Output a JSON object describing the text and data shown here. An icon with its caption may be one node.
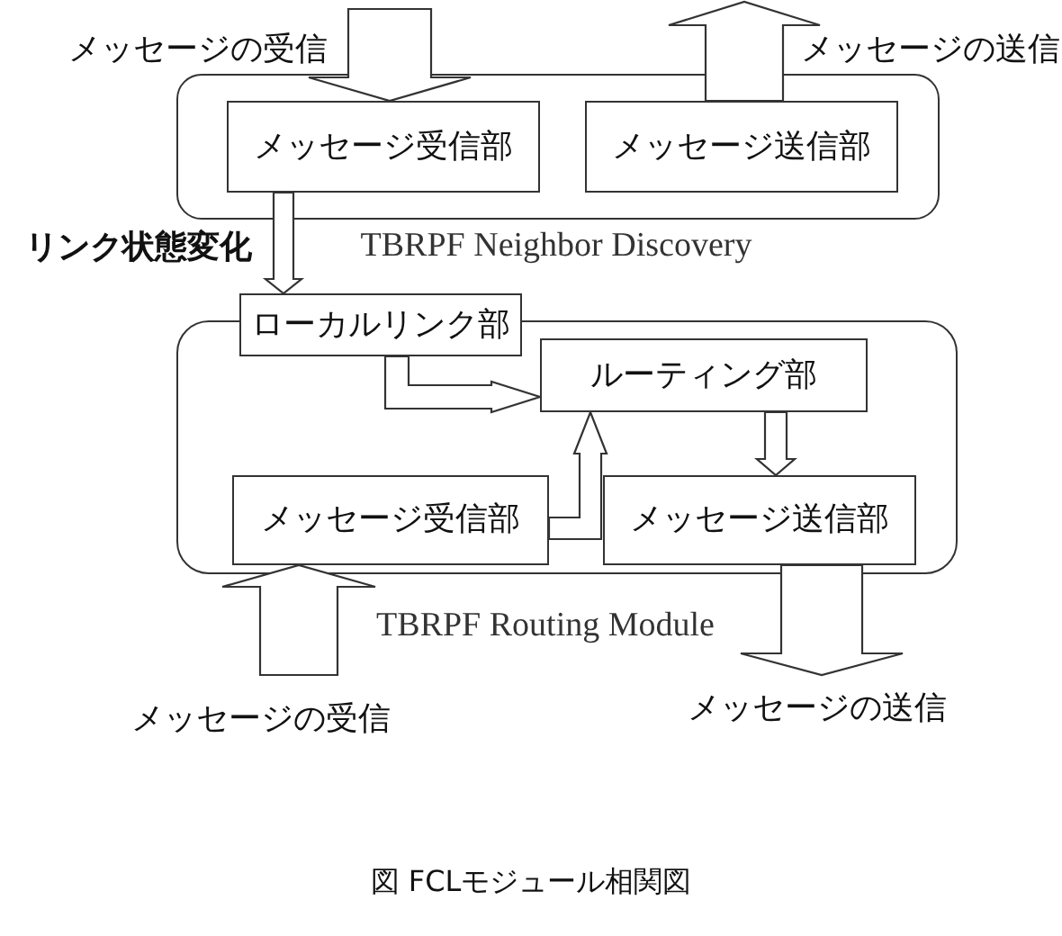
{
  "diagram": {
    "caption": "図 FCLモジュール相関図",
    "nodes": [
      {
        "text": [
          "TBRPF Neighbor Discovery"
        ]
      },
      {
        "text": [
          "メッセージ受信部"
        ],
        "in": 0
      },
      {
        "text": [
          "メッセージ送信部"
        ],
        "in": 0
      },
      {
        "text": [
          "ローカルリンク部"
        ]
      },
      {
        "text": [
          "TBRPF Routing Module"
        ]
      },
      {
        "text": [
          "ルーティング部"
        ],
        "in": 4
      },
      {
        "text": [
          "メッセージ受信部"
        ],
        "in": 4
      },
      {
        "text": [
          "メッセージ送信部"
        ],
        "in": 4
      }
    ],
    "edges": [
      {
        "from": null,
        "to": 1,
        "arrow": "to",
        "label": "メッセージの受信"
      },
      {
        "from": 2,
        "to": null,
        "arrow": "to",
        "label": "メッセージの送信"
      },
      {
        "from": 1,
        "to": 3,
        "arrow": "to",
        "label": "リンク状態変化"
      },
      {
        "from": 3,
        "to": 5,
        "arrow": "to"
      },
      {
        "from": 6,
        "to": 5,
        "arrow": "to"
      },
      {
        "from": 5,
        "to": 7,
        "arrow": "to"
      },
      {
        "from": null,
        "to": 6,
        "arrow": "to",
        "label": "メッセージの受信"
      },
      {
        "from": 7,
        "to": null,
        "arrow": "to",
        "label": "メッセージの送信"
      }
    ]
  }
}
